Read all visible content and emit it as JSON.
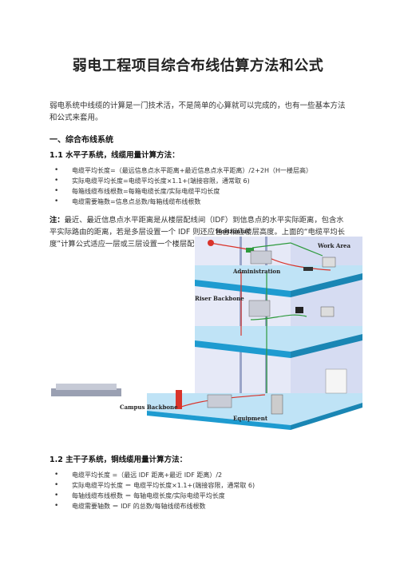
{
  "doc": {
    "title": "弱电工程项目综合布线估算方法和公式",
    "intro": "弱电系统中线缆的计算是一门技术活，不是简单的心算就可以完成的，也有一些基本方法和公式来套用。",
    "section1": "一、综合布线系统",
    "sub1": "1.1  水平子系统，线缆用量计算方法：",
    "list1": [
      "电缆平均长度=（最远信息点水平距离+最近信息点水平距离）/2+2H（H一楼层高）",
      "实际电缆平均长度=电缆平均长度×1.1+(端接容限，通常取 6)",
      "每箱线缆布线根数=每箱电缆长度/实际电缆平均长度",
      "电缆需要箱数=信息点总数/每箱线缆布线根数"
    ],
    "note_label": "注：",
    "note_text": "最近、最近信息点水平距离是从楼层配线间（IDF）到信息点的水平实际距离，包含水平实际路由的距离，若是多层设置一个 IDF 则还应包含相应楼层高度。上面的“电缆平均长度”计算公式适应一层或三层设置一个楼层配线间（IDF）的情形。",
    "sub2": "1.2  主干子系统，铜线缆用量计算方法：",
    "list2": [
      "电缆平均长度 =（最远 IDF 距离+最近 IDF 距离）/2",
      "实际电缆平均长度 ＝ 电缆平均长度×1.1+(端接容限，通常取 6)",
      "每轴线缆布线根数 ＝ 每轴电缆长度/实际电缆平均长度",
      "电缆需要轴数 ＝ IDF 的总数/每轴线缆布线根数"
    ]
  },
  "diagram": {
    "labels": {
      "horizontal": "Horizontal",
      "work_area": "Work Area",
      "administration": "Administration",
      "riser": "Riser Backbone",
      "campus": "Campus Backbone",
      "equipment": "Equipment"
    },
    "colors": {
      "floor_top": "#bfe3f6",
      "floor_side": "#1e9bd0",
      "wall": "#e6e9f7",
      "cable_red": "#d9342b",
      "cable_green": "#2d9a3c"
    }
  }
}
